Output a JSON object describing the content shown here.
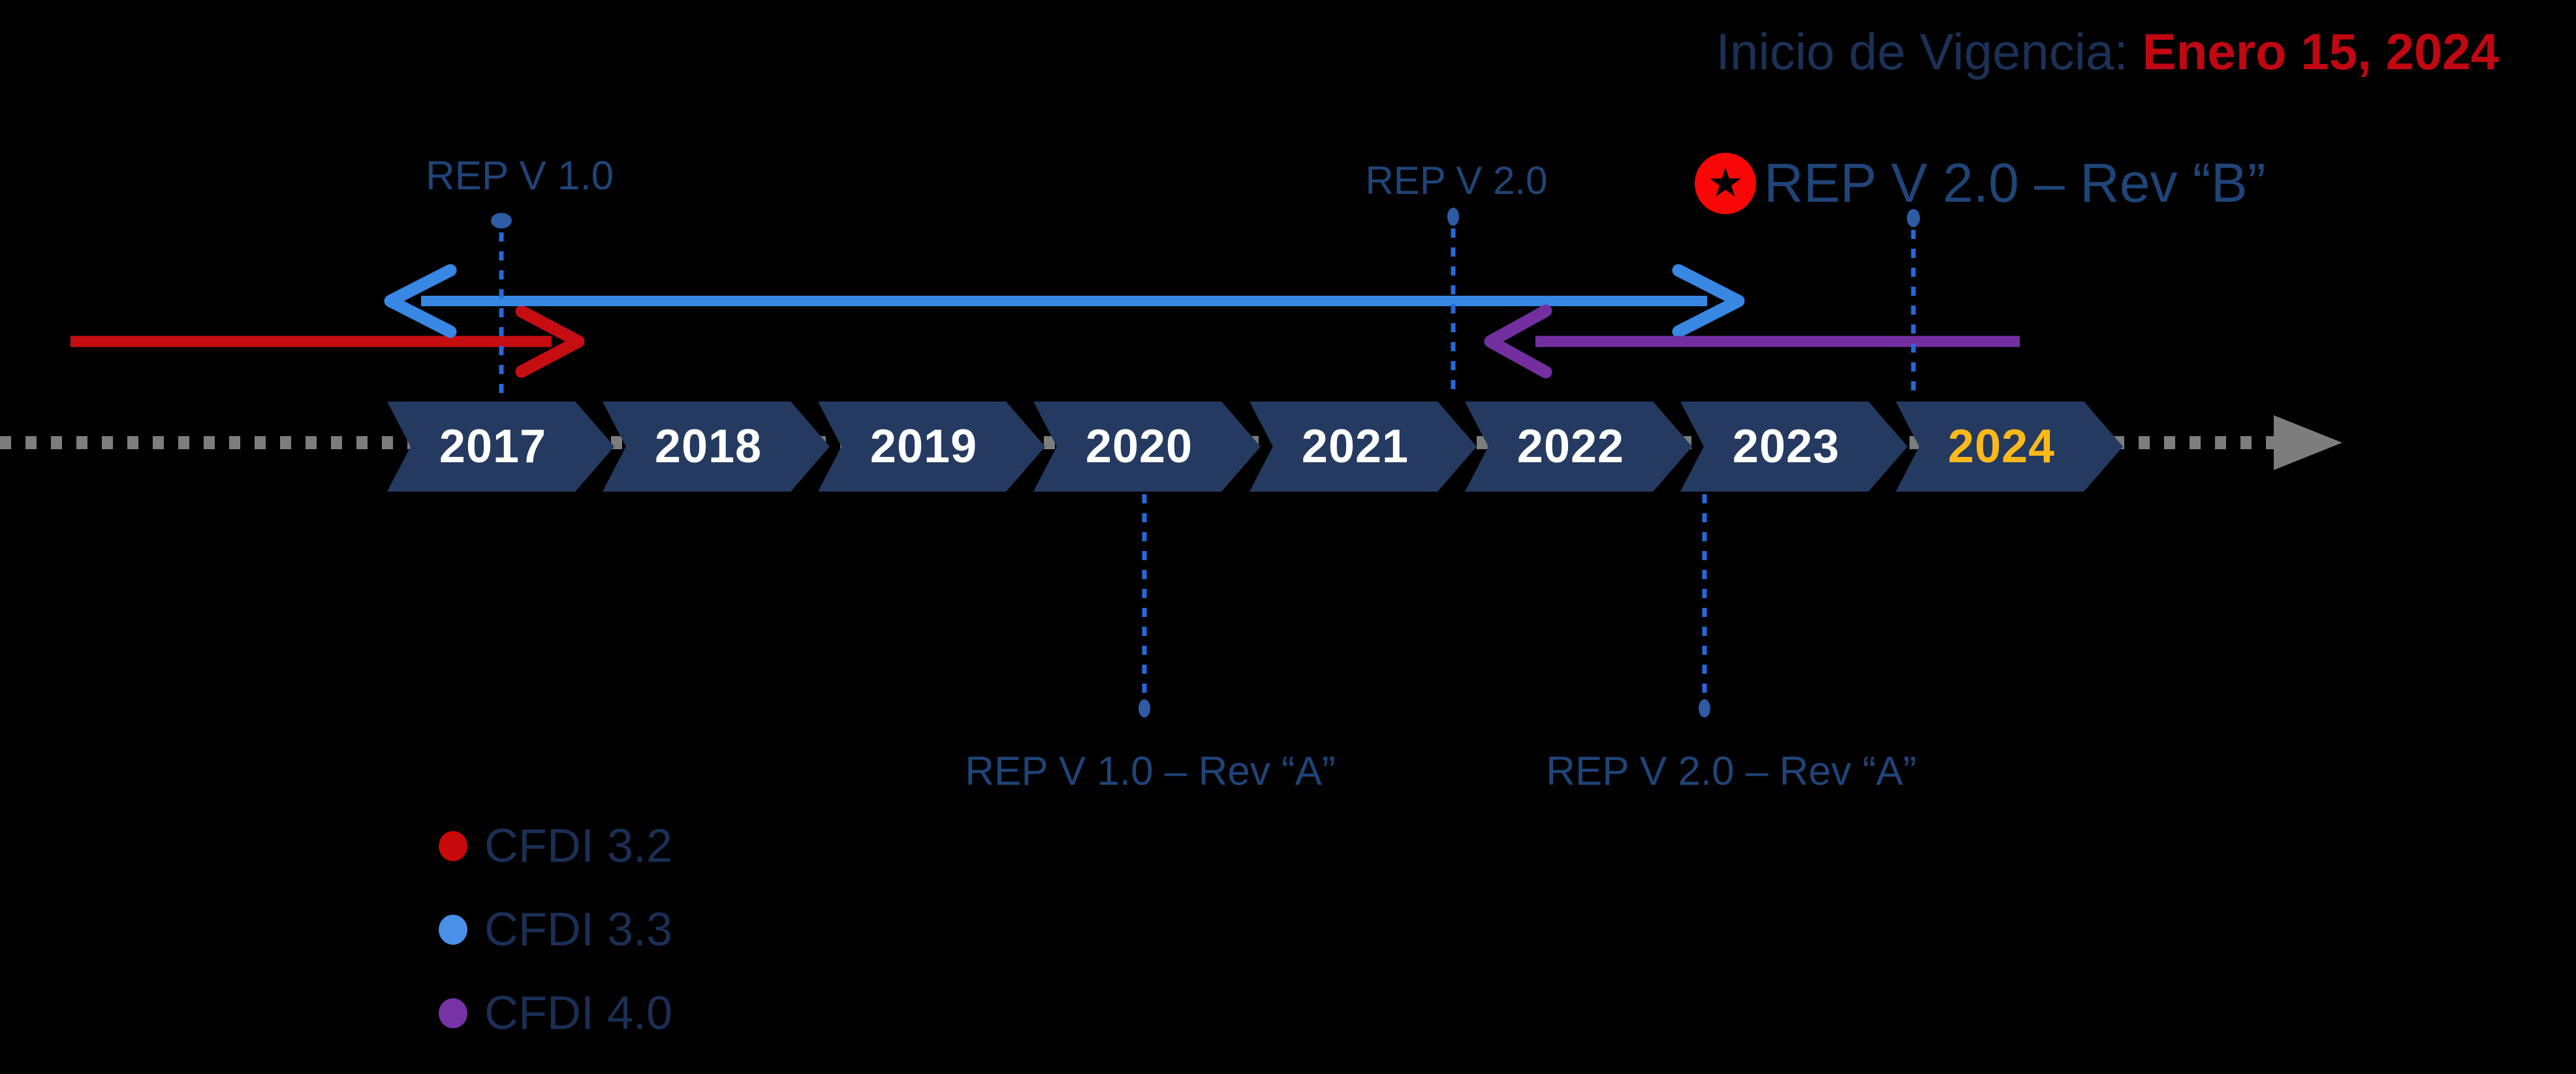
{
  "header": {
    "vigencia_label": "Inicio de Vigencia:",
    "vigencia_date": "Enero 15, 2024"
  },
  "timeline": {
    "years": [
      {
        "label": "2017",
        "highlight": false
      },
      {
        "label": "2018",
        "highlight": false
      },
      {
        "label": "2019",
        "highlight": false
      },
      {
        "label": "2020",
        "highlight": false
      },
      {
        "label": "2021",
        "highlight": false
      },
      {
        "label": "2022",
        "highlight": false
      },
      {
        "label": "2023",
        "highlight": false
      },
      {
        "label": "2024",
        "highlight": true
      }
    ]
  },
  "milestones": {
    "top": [
      {
        "label": "REP V 1.0",
        "year": "2017"
      },
      {
        "label": "REP V 2.0",
        "year": "2022"
      },
      {
        "label": "REP V 2.0 – Rev “B”",
        "year": "2024",
        "starred": true
      }
    ],
    "bottom": [
      {
        "label": "REP V 1.0 – Rev “A”",
        "year": "2020"
      },
      {
        "label": "REP V 2.0 – Rev “A”",
        "year": "2023"
      }
    ]
  },
  "legend": {
    "items": [
      {
        "label": "CFDI 3.2",
        "color": "#C80A0A"
      },
      {
        "label": "CFDI 3.3",
        "color": "#4A90E8"
      },
      {
        "label": "CFDI 4.0",
        "color": "#7533A6"
      }
    ]
  },
  "icons": {
    "star": "★"
  },
  "colors": {
    "background": "#000000",
    "chevron_fill": "#243A61",
    "year_text": "#FFFFFF",
    "year_highlight_text": "#FDB919",
    "axis_gray": "#7D7D7D",
    "arrow_red": "#C60D12",
    "arrow_blue": "#3787E3",
    "arrow_purple": "#732FA0",
    "connector_blue": "#2668DC",
    "connector_dot": "#2F5AA4",
    "label_blue": "#1F4478",
    "note_navy": "#1B3157",
    "note_red": "#C00712",
    "star_circle_red": "#F90707"
  }
}
